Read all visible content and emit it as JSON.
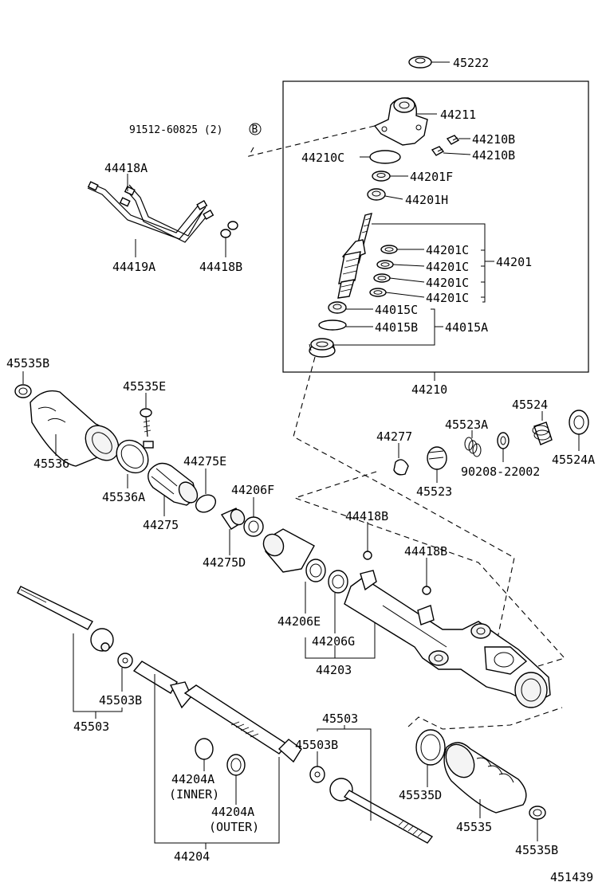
{
  "labels": {
    "p45222": "45222",
    "p44211": "44211",
    "p91512": "91512-60825 (2)",
    "badge_b": "B",
    "p44210b_1": "44210B",
    "p44210b_2": "44210B",
    "p44210c": "44210C",
    "p44201f": "44201F",
    "p44201h": "44201H",
    "p44418a": "44418A",
    "p44201c_1": "44201C",
    "p44201c_2": "44201C",
    "p44201c_3": "44201C",
    "p44201c_4": "44201C",
    "p44201": "44201",
    "p44419a": "44419A",
    "p44418b_top": "44418B",
    "p44015c": "44015C",
    "p44015b": "44015B",
    "p44015a": "44015A",
    "p45535b_top": "45535B",
    "p44210": "44210",
    "p45535e": "45535E",
    "p45524": "45524",
    "p45523a": "45523A",
    "p44277": "44277",
    "p45536": "45536",
    "p44275e": "44275E",
    "p90208": "90208-22002",
    "p45524a": "45524A",
    "p45523": "45523",
    "p45536a": "45536A",
    "p44206f": "44206F",
    "p44275": "44275",
    "p44418b_mid1": "44418B",
    "p44275d": "44275D",
    "p44418b_mid2": "44418B",
    "p44206e": "44206E",
    "p44206g": "44206G",
    "p44203": "44203",
    "p45503b_left": "45503B",
    "p45503_left": "45503",
    "p45503_right": "45503",
    "p45503b_right": "45503B",
    "p44204a_inner": "44204A",
    "inner_note": "(INNER)",
    "p44204a_outer": "44204A",
    "outer_note": "(OUTER)",
    "p45535d": "45535D",
    "p45535": "45535",
    "p45535b_bottom": "45535B",
    "p44204": "44204",
    "diagram_no": "451439"
  }
}
